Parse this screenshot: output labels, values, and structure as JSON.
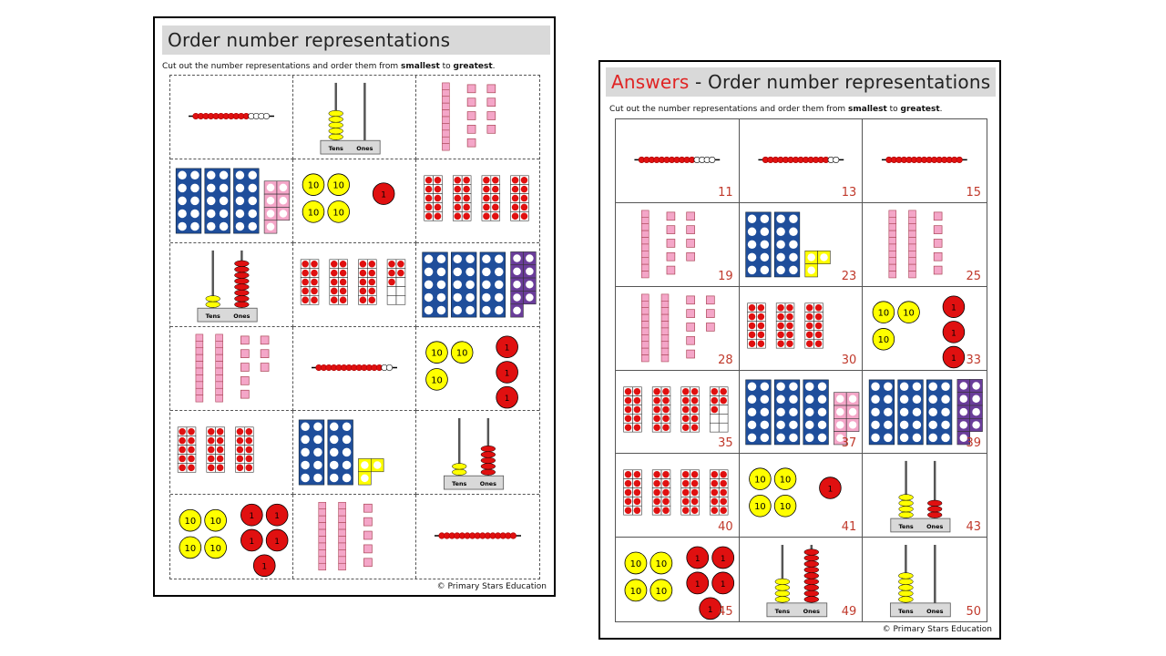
{
  "left_sheet": {
    "title": "Order number representations",
    "instruction_pre": "Cut out the number representations and order them from ",
    "instruction_bold1": "smallest",
    "instruction_mid": " to ",
    "instruction_bold2": "greatest",
    "instruction_post": ".",
    "copyright": "© Primary Stars Education",
    "cells": [
      {
        "type": "beads",
        "value": 11
      },
      {
        "type": "abacus",
        "value": 50
      },
      {
        "type": "base10",
        "value": 19
      },
      {
        "type": "frames",
        "value": 37
      },
      {
        "type": "counters",
        "value": 41
      },
      {
        "type": "tenframes",
        "value": 40
      },
      {
        "type": "abacus",
        "value": 28
      },
      {
        "type": "tenframes",
        "value": 35
      },
      {
        "type": "frames",
        "value": 39
      },
      {
        "type": "base10",
        "value": 28
      },
      {
        "type": "beads",
        "value": 13
      },
      {
        "type": "counters",
        "value": 33
      },
      {
        "type": "tenframes",
        "value": 30
      },
      {
        "type": "frames",
        "value": 23
      },
      {
        "type": "abacus",
        "value": 25
      },
      {
        "type": "counters",
        "value": 45
      },
      {
        "type": "base10",
        "value": 25
      },
      {
        "type": "beads",
        "value": 15
      }
    ]
  },
  "right_sheet": {
    "title_red": "Answers",
    "title_rest": " - Order number representations",
    "instruction_pre": "Cut out the number representations and order them from ",
    "instruction_bold1": "smallest",
    "instruction_mid": " to ",
    "instruction_bold2": "greatest",
    "instruction_post": ".",
    "copyright": "© Primary Stars Education",
    "cells": [
      {
        "type": "beads",
        "value": 11,
        "label": "11"
      },
      {
        "type": "beads",
        "value": 13,
        "label": "13"
      },
      {
        "type": "beads",
        "value": 15,
        "label": "15"
      },
      {
        "type": "base10",
        "value": 19,
        "label": "19"
      },
      {
        "type": "frames",
        "value": 23,
        "label": "23"
      },
      {
        "type": "base10",
        "value": 25,
        "label": "25"
      },
      {
        "type": "base10",
        "value": 28,
        "label": "28"
      },
      {
        "type": "tenframes",
        "value": 30,
        "label": "30"
      },
      {
        "type": "counters",
        "value": 33,
        "label": "33"
      },
      {
        "type": "tenframes",
        "value": 35,
        "label": "35"
      },
      {
        "type": "frames",
        "value": 37,
        "label": "37"
      },
      {
        "type": "frames",
        "value": 39,
        "label": "39"
      },
      {
        "type": "tenframes",
        "value": 40,
        "label": "40"
      },
      {
        "type": "counters",
        "value": 41,
        "label": "41"
      },
      {
        "type": "abacus",
        "value": 43,
        "label": "43"
      },
      {
        "type": "counters",
        "value": 45,
        "label": "45"
      },
      {
        "type": "abacus",
        "value": 49,
        "label": "49"
      },
      {
        "type": "abacus",
        "value": 50,
        "label": "50"
      }
    ]
  },
  "labels": {
    "tens": "Tens",
    "ones": "Ones",
    "ten_counter": "10",
    "one_counter": "1"
  },
  "colors": {
    "red": "#e01010",
    "yellow": "#ffff00",
    "blue": "#1f4e9b",
    "pink": "#f4a6c8",
    "purple": "#6a3d9a",
    "header_grey": "#d9d9d9",
    "answer_red": "#c0392b"
  }
}
